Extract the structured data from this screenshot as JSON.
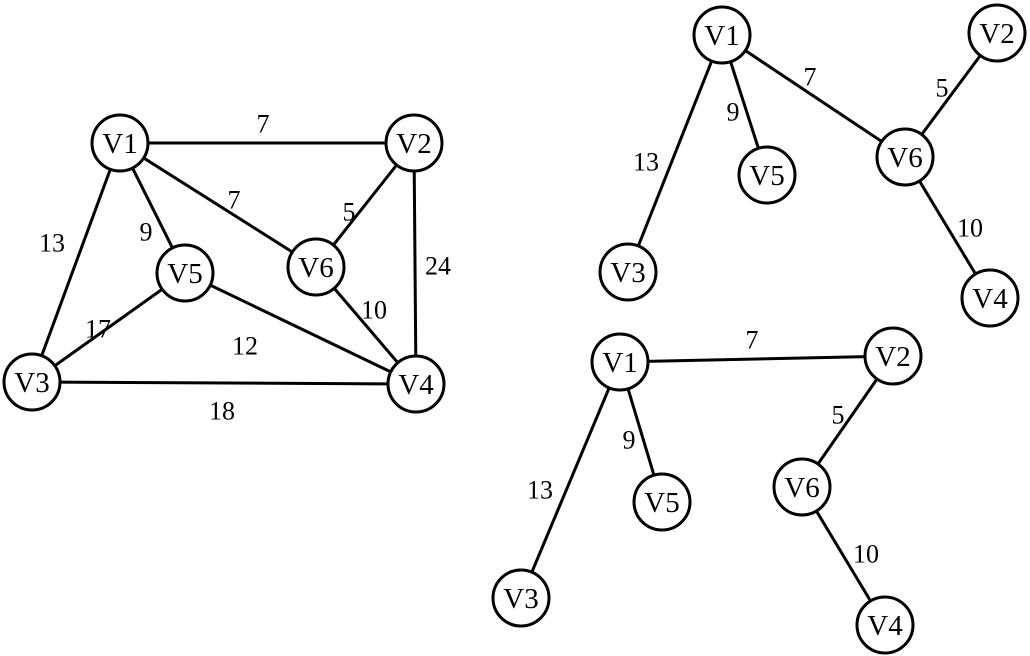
{
  "graphs": [
    {
      "nodes": [
        {
          "id": "V1",
          "label": "V1"
        },
        {
          "id": "V2",
          "label": "V2"
        },
        {
          "id": "V3",
          "label": "V3"
        },
        {
          "id": "V4",
          "label": "V4"
        },
        {
          "id": "V5",
          "label": "V5"
        },
        {
          "id": "V6",
          "label": "V6"
        }
      ],
      "edges": [
        {
          "from": "V1",
          "to": "V2",
          "weight": "7"
        },
        {
          "from": "V1",
          "to": "V6",
          "weight": "7"
        },
        {
          "from": "V1",
          "to": "V5",
          "weight": "9"
        },
        {
          "from": "V1",
          "to": "V3",
          "weight": "13"
        },
        {
          "from": "V2",
          "to": "V6",
          "weight": "5"
        },
        {
          "from": "V2",
          "to": "V4",
          "weight": "24"
        },
        {
          "from": "V6",
          "to": "V4",
          "weight": "10"
        },
        {
          "from": "V5",
          "to": "V4",
          "weight": "12"
        },
        {
          "from": "V5",
          "to": "V3",
          "weight": "17"
        },
        {
          "from": "V3",
          "to": "V4",
          "weight": "18"
        }
      ]
    },
    {
      "nodes": [
        {
          "id": "V1",
          "label": "V1"
        },
        {
          "id": "V2",
          "label": "V2"
        },
        {
          "id": "V3",
          "label": "V3"
        },
        {
          "id": "V4",
          "label": "V4"
        },
        {
          "id": "V5",
          "label": "V5"
        },
        {
          "id": "V6",
          "label": "V6"
        }
      ],
      "edges": [
        {
          "from": "V1",
          "to": "V3",
          "weight": "13"
        },
        {
          "from": "V1",
          "to": "V5",
          "weight": "9"
        },
        {
          "from": "V1",
          "to": "V6",
          "weight": "7"
        },
        {
          "from": "V2",
          "to": "V6",
          "weight": "5"
        },
        {
          "from": "V6",
          "to": "V4",
          "weight": "10"
        }
      ]
    },
    {
      "nodes": [
        {
          "id": "V1",
          "label": "V1"
        },
        {
          "id": "V2",
          "label": "V2"
        },
        {
          "id": "V3",
          "label": "V3"
        },
        {
          "id": "V4",
          "label": "V4"
        },
        {
          "id": "V5",
          "label": "V5"
        },
        {
          "id": "V6",
          "label": "V6"
        }
      ],
      "edges": [
        {
          "from": "V1",
          "to": "V2",
          "weight": "7"
        },
        {
          "from": "V1",
          "to": "V3",
          "weight": "13"
        },
        {
          "from": "V1",
          "to": "V5",
          "weight": "9"
        },
        {
          "from": "V2",
          "to": "V6",
          "weight": "5"
        },
        {
          "from": "V6",
          "to": "V4",
          "weight": "10"
        }
      ]
    }
  ]
}
